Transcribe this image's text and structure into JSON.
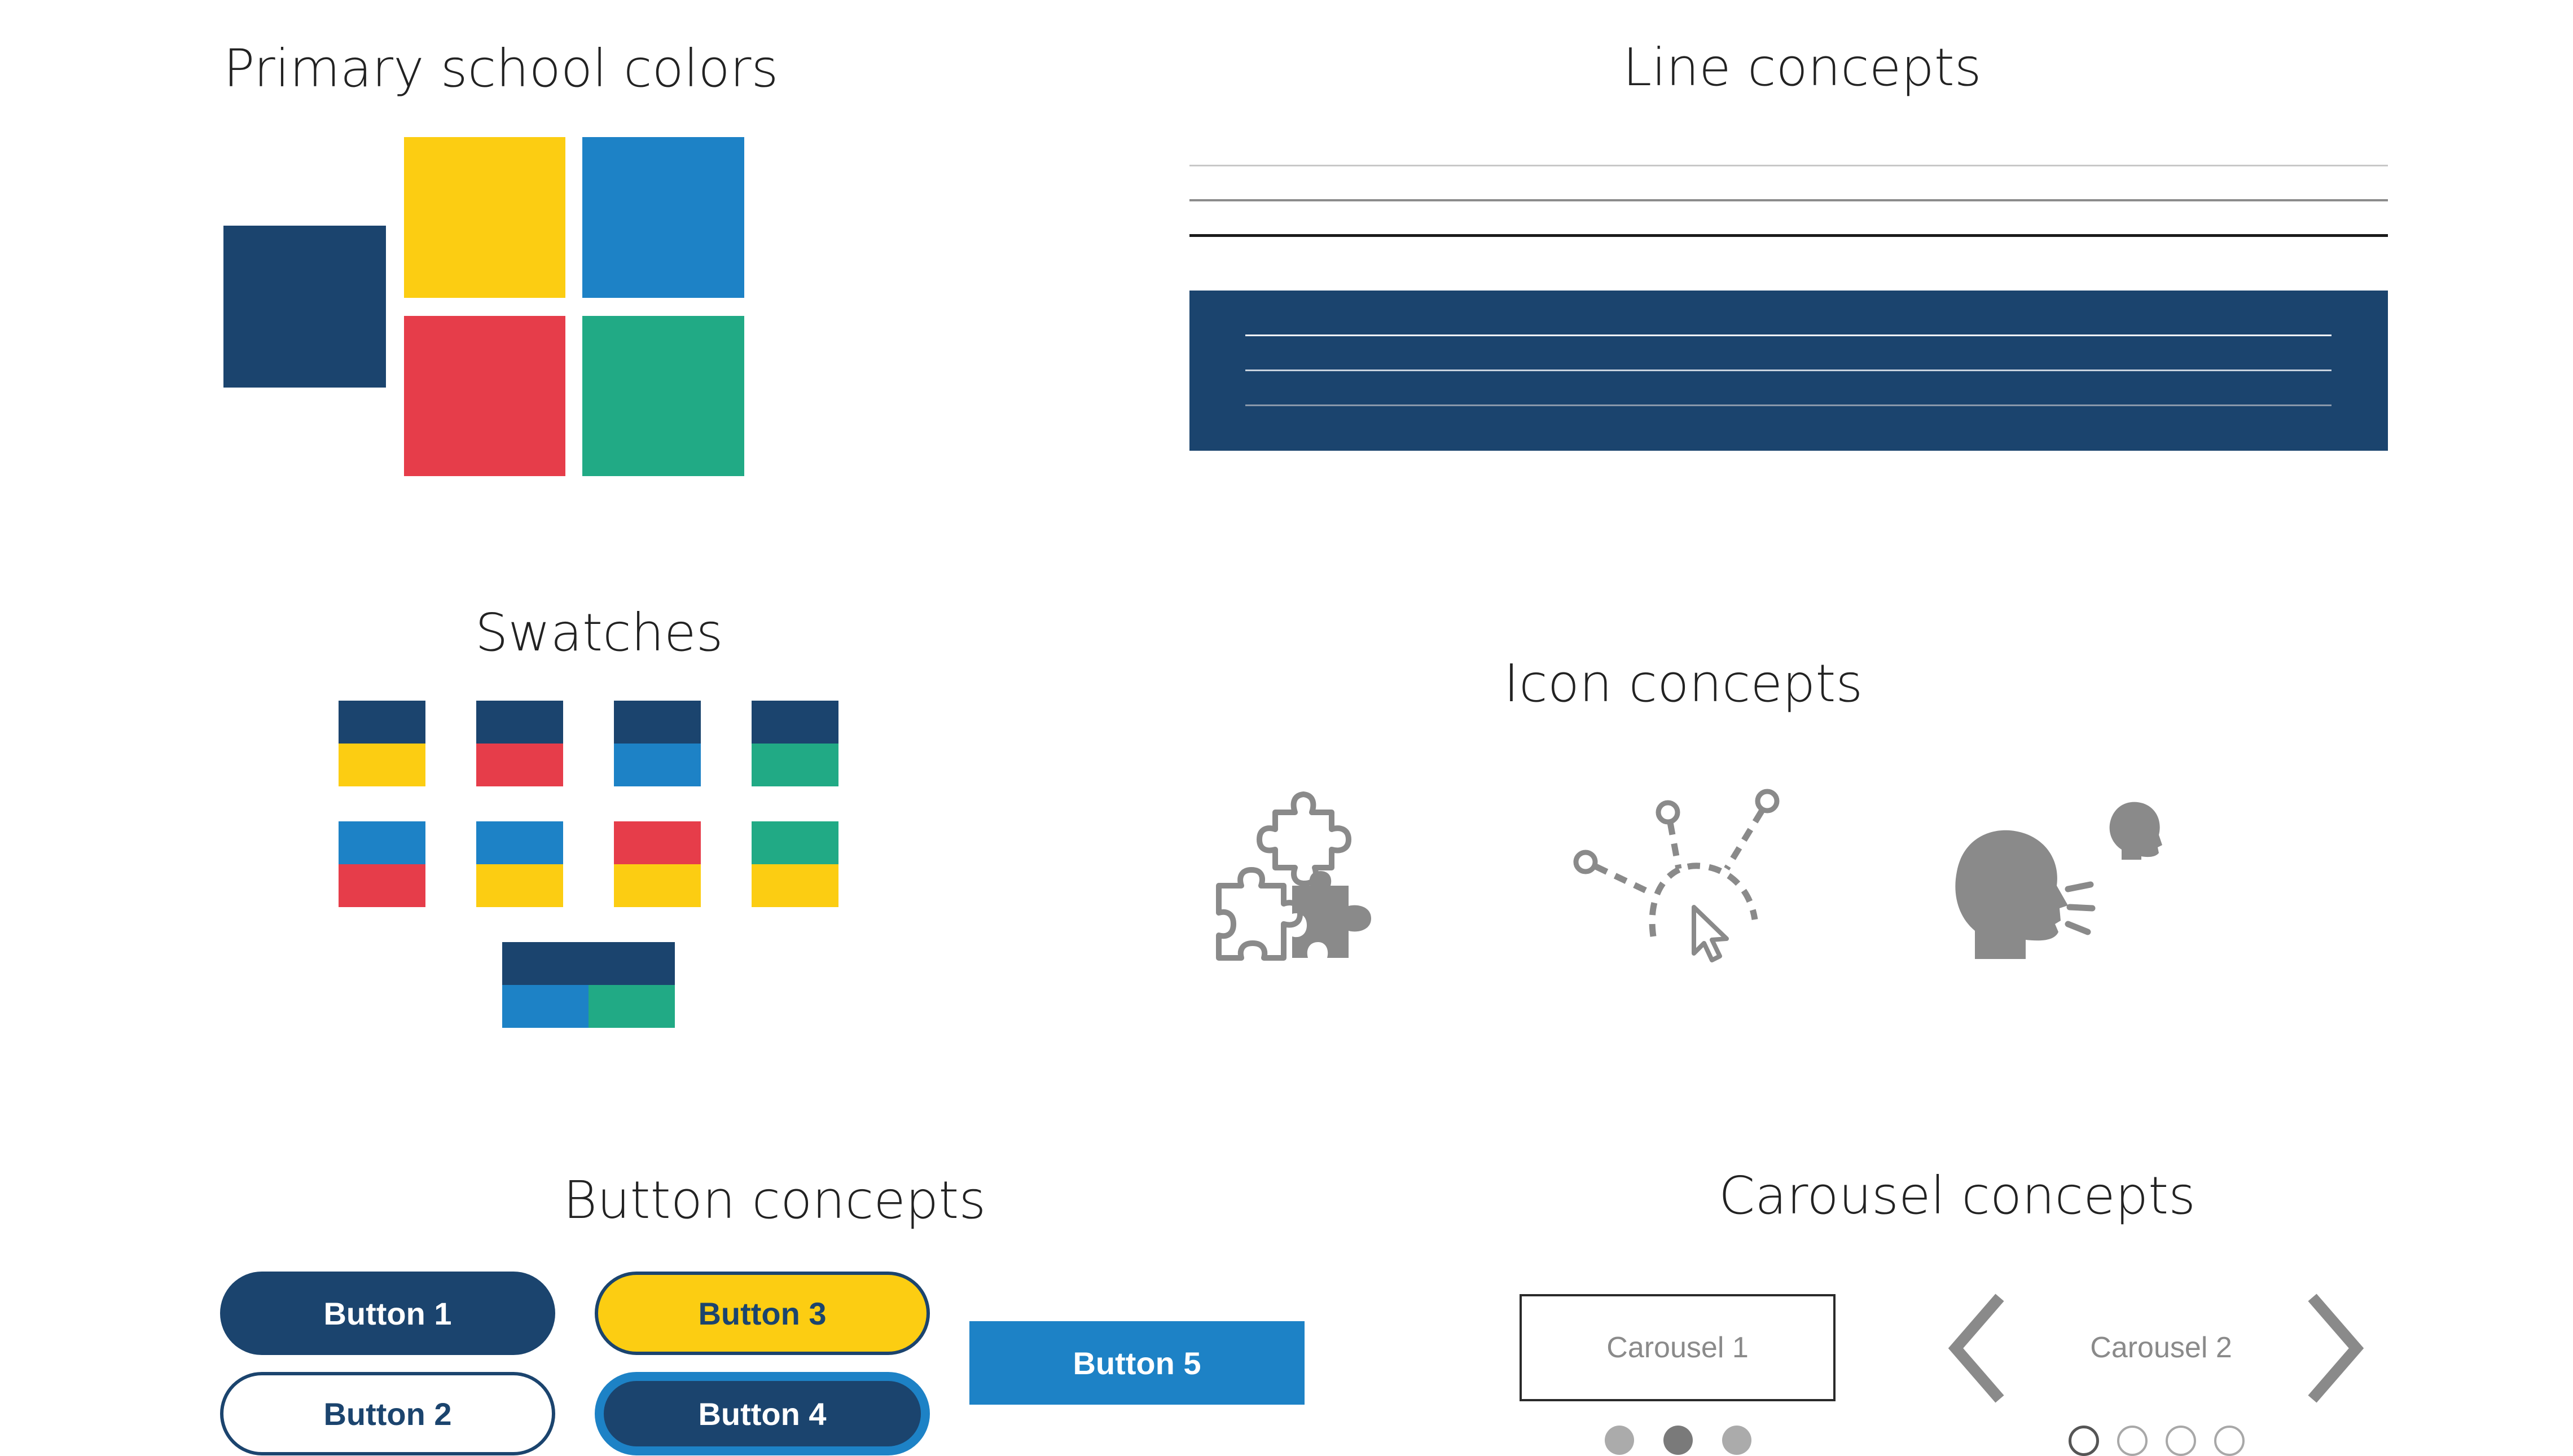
{
  "colors": {
    "navy": "#1B446E",
    "yellow": "#FCCD12",
    "blue": "#1D82C6",
    "red": "#E63D4A",
    "green": "#21AA85",
    "icon_gray": "#8A8A8A"
  },
  "sections": {
    "primary_colors": {
      "title": "Primary school colors"
    },
    "line_concepts": {
      "title": "Line concepts"
    },
    "swatches": {
      "title": "Swatches"
    },
    "icon_concepts": {
      "title": "Icon concepts",
      "icons": [
        "puzzle-icon",
        "branching-paths-icon",
        "speaking-heads-icon"
      ]
    },
    "button_concepts": {
      "title": "Button concepts",
      "buttons": [
        "Button 1",
        "Button 2",
        "Button 3",
        "Button 4",
        "Button 5"
      ]
    },
    "carousel_concepts": {
      "title": "Carousel concepts",
      "carousels": [
        {
          "label": "Carousel 1",
          "active_dot": 2,
          "dot_count": 3
        },
        {
          "label": "Carousel 2",
          "active_dot": 1,
          "dot_count": 4
        }
      ],
      "arrows": [
        "chevron-left-icon",
        "chevron-right-icon"
      ]
    }
  }
}
